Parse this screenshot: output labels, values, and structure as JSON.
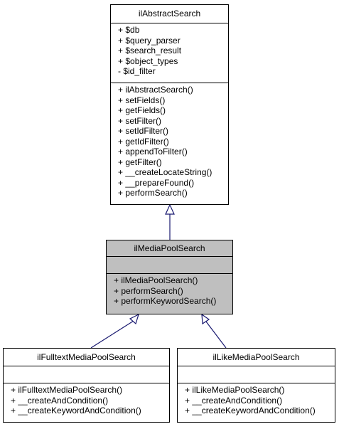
{
  "classes": {
    "abstract": {
      "name": "ilAbstractSearch",
      "attributes": [
        "+ $db",
        "+ $query_parser",
        "+ $search_result",
        "+ $object_types",
        "- $id_filter"
      ],
      "methods": [
        "+ ilAbstractSearch()",
        "+ setFields()",
        "+ getFields()",
        "+ setFilter()",
        "+ setIdFilter()",
        "+ getIdFilter()",
        "+ appendToFilter()",
        "+ getFilter()",
        "+ __createLocateString()",
        "+ __prepareFound()",
        "+ performSearch()"
      ]
    },
    "mediapool": {
      "name": "ilMediaPoolSearch",
      "methods": [
        "+ ilMediaPoolSearch()",
        "+ performSearch()",
        "+ performKeywordSearch()"
      ]
    },
    "fulltext": {
      "name": "ilFulltextMediaPoolSearch",
      "methods": [
        "+ ilFulltextMediaPoolSearch()",
        "+ __createAndCondition()",
        "+ __createKeywordAndCondition()"
      ]
    },
    "like": {
      "name": "ilLikeMediaPoolSearch",
      "methods": [
        "+ ilLikeMediaPoolSearch()",
        "+ __createAndCondition()",
        "+ __createKeywordAndCondition()"
      ]
    }
  },
  "colors": {
    "edge": "#191970",
    "highlight": "#bfbfbf",
    "border": "#000000"
  }
}
